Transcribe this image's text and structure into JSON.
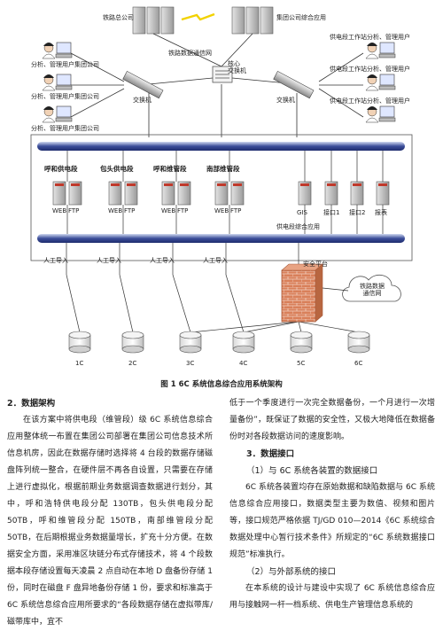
{
  "figure": {
    "top_servers": {
      "left": "铁路总公司",
      "right": "集团公司综合应用"
    },
    "rail_network_label": "铁路数据通信网",
    "core_switch": "核心\n交换机",
    "switch_label": "交换机",
    "left_users": [
      "分析、管理用户集团公司",
      "分析、管理用户集团公司",
      "分析、管理用户集团公司"
    ],
    "right_users": [
      "供电段工作站分析、管理用户",
      "供电段工作站分析、管理用户",
      "供电段工作站分析、管理用户"
    ],
    "sections": [
      "呼和供电段",
      "包头供电段",
      "呼和维管段",
      "南部维管段"
    ],
    "server_labels": [
      "WEB",
      "FTP",
      "WEB",
      "FTP",
      "WEB",
      "FTP",
      "WEB",
      "FTP"
    ],
    "right_servers": [
      "GIS",
      "接口1",
      "接口2",
      "报表"
    ],
    "lower_bus_label": "供电段综合应用",
    "manual_import": [
      "人工导入",
      "人工导入",
      "人工导入",
      "人工导入"
    ],
    "firewall_label": "安全平台",
    "cloud_label": "铁路数据\n通信网",
    "disks": [
      "1C",
      "2C",
      "3C",
      "4C",
      "5C",
      "6C"
    ],
    "caption": "图 1   6C 系统信息综合应用系统架构"
  },
  "left_column": {
    "heading": "2．数据架构",
    "para": "在该方案中将供电段（维管段）级 6C 系统信息综合应用整体统一布置在集团公司部署在集团公司信息技术所信息机房，因此在数据存储时选择将 4 台段的数据存储磁盘阵列统一整合，在硬件层不再各自设置，只需要在存储上进行虚拟化，根据前期业务数据调查数据进行划分，其中，呼和浩特供电段分配 130TB，包头供电段分配 50TB，呼和维管段分配 150TB，南部维管段分配 50TB，在后期根据业务数据量增长，扩充十分方便。在数据安全方面，采用准区块链分布式存储技术，将 4 个段数据本段存储设置每天凌晨 2 点自动在本地 D 盘备份存储 1 份，同时在磁盘 F 盘异地备份存储 1 份，要求和标准高于 6C 系统信息综合应用所要求的“各段数据存储在虚拟带库/磁带库中，宜不"
  },
  "right_column": {
    "para_top": "低于一个季度进行一次完全数据备份，一个月进行一次增量备份”，既保证了数据的安全性，又极大地降低在数据备份时对各段数据访问的速度影响。",
    "heading": "3．数据接口",
    "sub1": "（1）与 6C 系统各装置的数据接口",
    "para_mid": "6C 系统各装置均存在原始数据和缺陷数据与 6C 系统信息综合应用接口，数据类型主要为数值、视频和图片等，接口规范严格依据 TJ/GD 010—2014《6C 系统综合数据处理中心暂行技术条件》所规定的“6C 系统数据接口规范”标准执行。",
    "sub2": "（2）与外部系统的接口",
    "para_bottom": "在本系统的设计与建设中实现了 6C 系统信息综合应用与接触网一杆一档系统、供电生产管理信息系统的"
  }
}
